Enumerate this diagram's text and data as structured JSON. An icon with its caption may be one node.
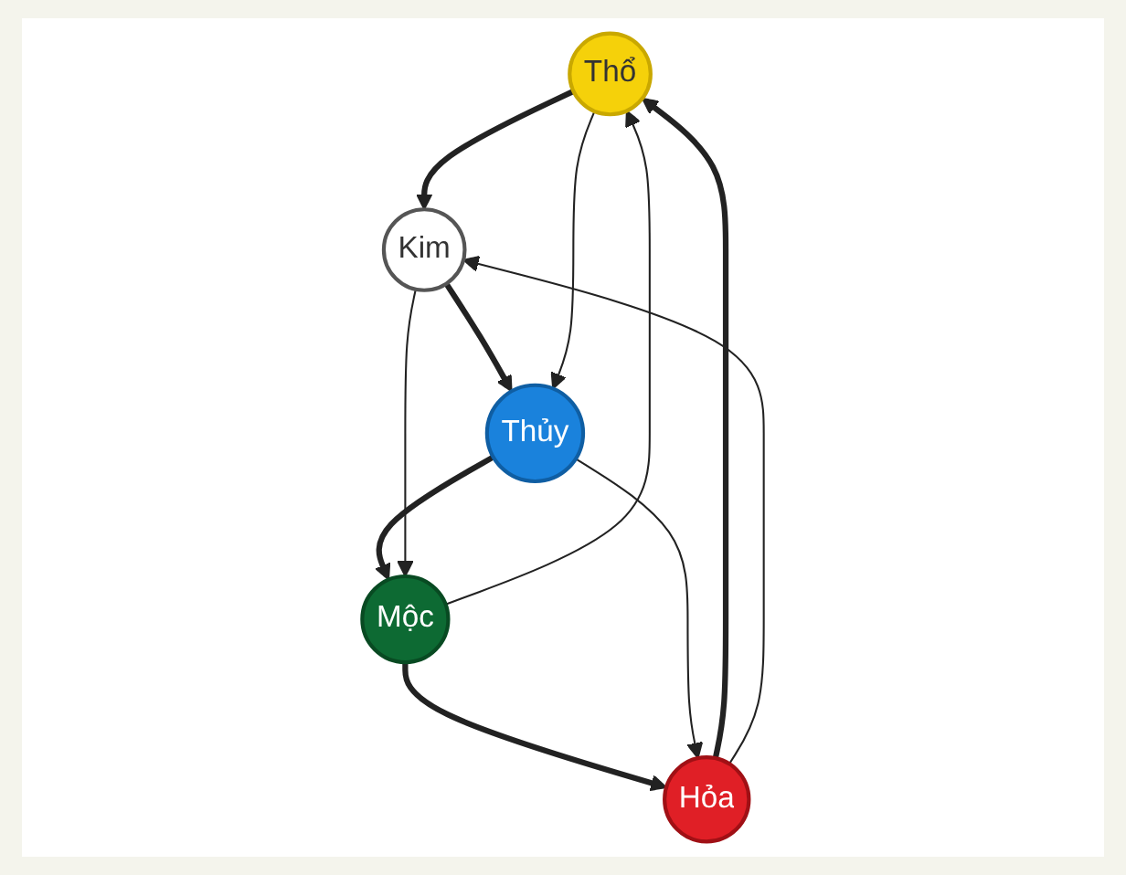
{
  "diagram": {
    "nodes": [
      {
        "text": [
          "Thổ"
        ]
      },
      {
        "text": [
          "Hỏa"
        ]
      },
      {
        "text": [
          "Kim"
        ]
      },
      {
        "text": [
          "Mộc"
        ]
      },
      {
        "text": [
          "Thủy"
        ]
      }
    ],
    "edges": [
      {
        "from": 1,
        "to": 0,
        "arrow": "to",
        "style": "thick"
      },
      {
        "from": 0,
        "to": 2,
        "arrow": "to",
        "style": "thick"
      },
      {
        "from": 2,
        "to": 4,
        "arrow": "to",
        "style": "thick"
      },
      {
        "from": 4,
        "to": 3,
        "arrow": "to",
        "style": "thick"
      },
      {
        "from": 3,
        "to": 1,
        "arrow": "to",
        "style": "thick"
      },
      {
        "from": 1,
        "to": 2,
        "arrow": "to"
      },
      {
        "from": 2,
        "to": 3,
        "arrow": "to"
      },
      {
        "from": 3,
        "to": 0,
        "arrow": "to"
      },
      {
        "from": 0,
        "to": 4,
        "arrow": "to"
      },
      {
        "from": 4,
        "to": 1,
        "arrow": "to"
      }
    ]
  }
}
